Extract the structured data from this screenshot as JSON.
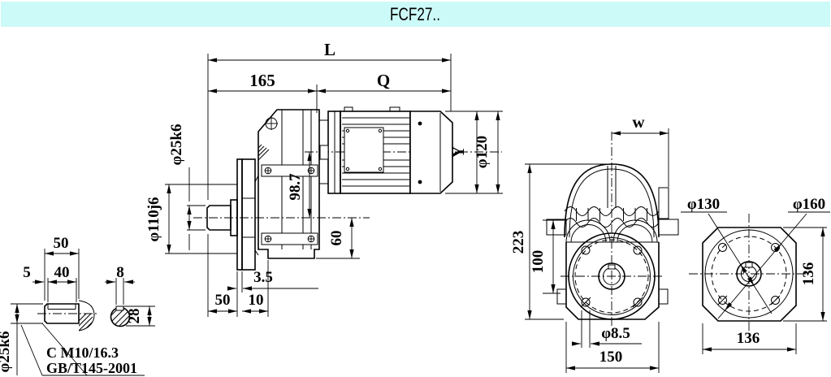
{
  "title": "FCF27..",
  "colors": {
    "header_bg": "#ccfaf8",
    "line": "#000000"
  },
  "side_view": {
    "dims": {
      "overall_length": "L",
      "gear_unit_length": "165",
      "motor_length": "Q",
      "shaft_dia": "φ25k6",
      "pilot_dia": "φ110j6",
      "center_height": "98.7",
      "base_height": "60",
      "flange_lip": "3.5",
      "shaft_len": "50",
      "flange_offset": "10",
      "motor_height": "Y",
      "motor_dia": "φ120"
    }
  },
  "front_view": {
    "dims": {
      "width_to_center": "w",
      "overall_height": "223",
      "lug_spacing": "100",
      "bolt_hole_dia": "φ8.5",
      "flange_width": "150"
    }
  },
  "flange_view": {
    "dims": {
      "bolt_circle_dia": "φ130",
      "outer_circle_dia": "φ160",
      "height": "136",
      "width": "136"
    }
  },
  "shaft_detail": {
    "dims": {
      "length": "50",
      "key_start": "5",
      "key_length": "40",
      "key_width": "8",
      "height_over_key": "28",
      "dia": "φ25k6"
    },
    "center_hole_note": "C M10/16.3",
    "standard_note": "GB/T145-2001"
  }
}
